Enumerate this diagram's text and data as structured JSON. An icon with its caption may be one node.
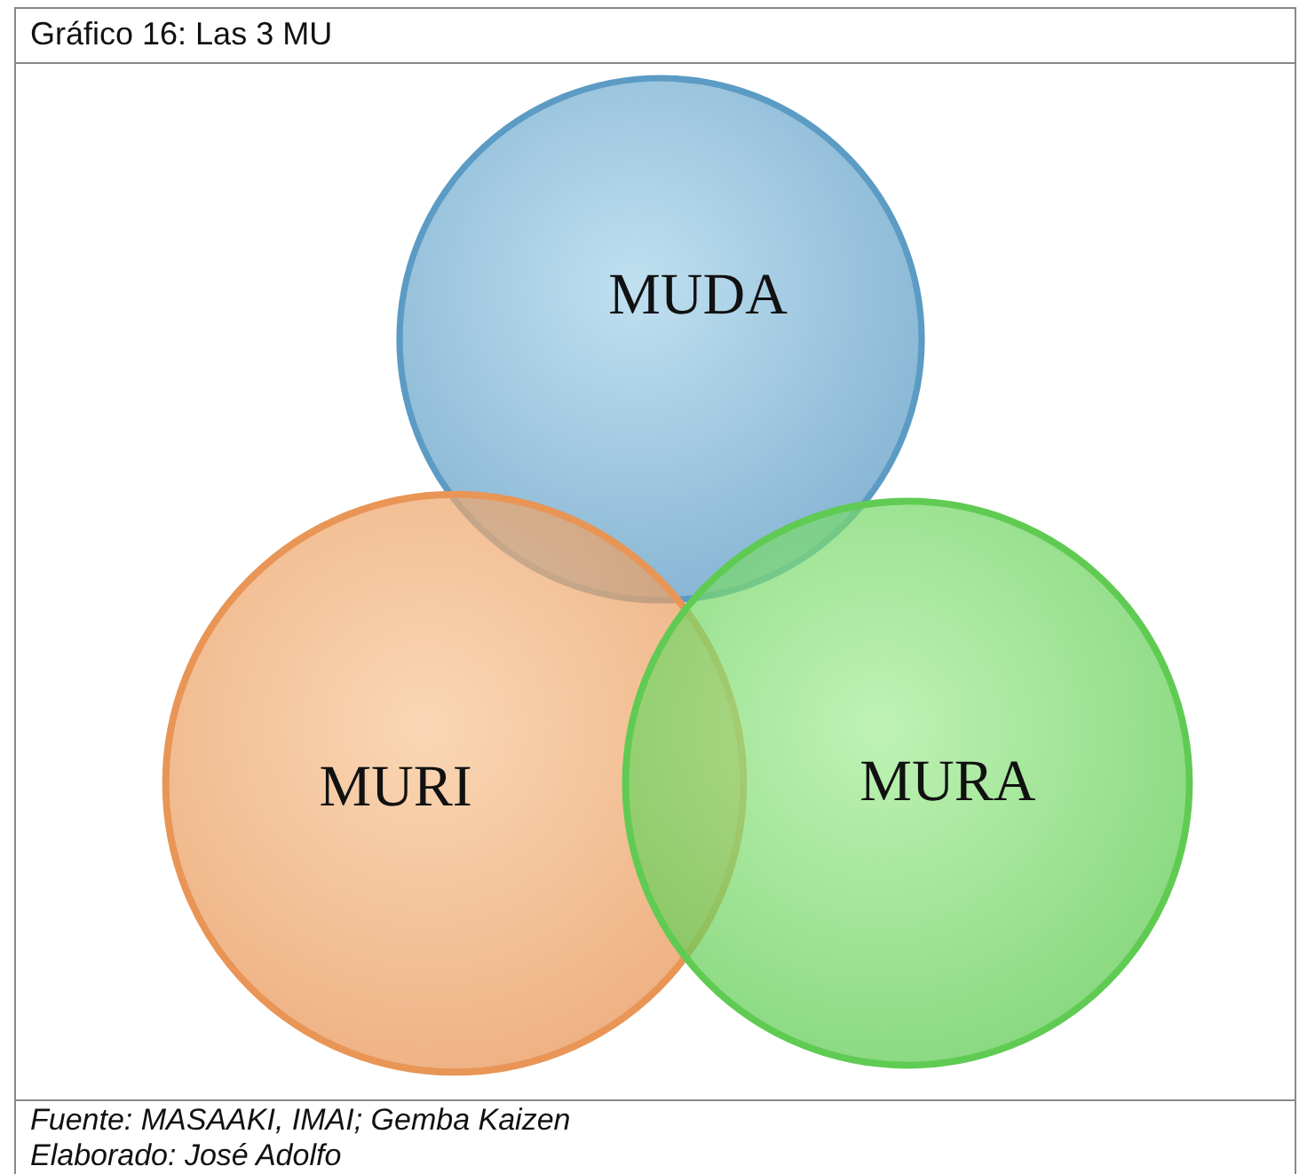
{
  "diagram": {
    "title": "Gráfico 16: Las 3 MU",
    "nodes": [
      {
        "text": [
          "MUDA"
        ]
      },
      {
        "text": [
          "MURI"
        ]
      },
      {
        "text": [
          "MURA"
        ]
      }
    ],
    "labels": [
      "Fuente: MASAAKI, IMAI; Gemba Kaizen",
      "Elaborado: José Adolfo"
    ]
  }
}
